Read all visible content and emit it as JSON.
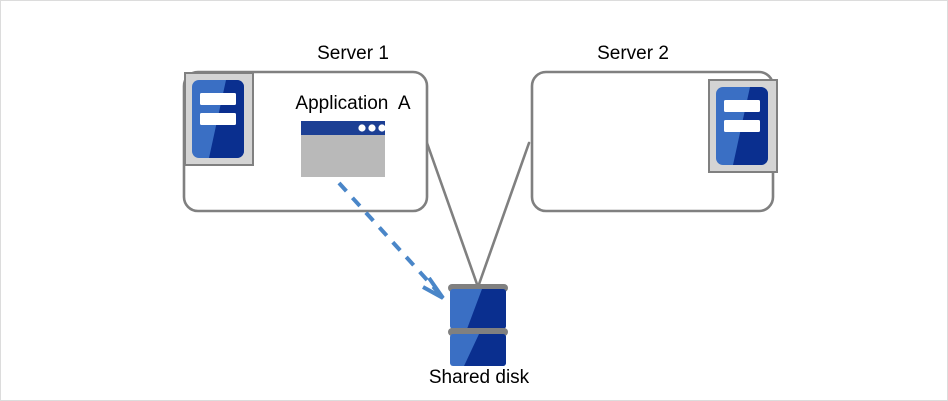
{
  "diagram": {
    "title_text": "",
    "nodes": {
      "server1": {
        "label": "Server 1",
        "icon": "server-icon",
        "icon_position": "left",
        "contains_app": true
      },
      "server2": {
        "label": "Server 2",
        "icon": "server-icon",
        "icon_position": "right",
        "contains_app": false
      },
      "application": {
        "label": "Application  A",
        "icon": "application-window-icon",
        "window_dots": 3
      },
      "shared_disk": {
        "label": "Shared disk",
        "icon": "disk-stack-icon",
        "platters": 2
      }
    },
    "connections": [
      {
        "name": "server1-to-disk",
        "from": "server1",
        "to": "shared_disk",
        "style": "solid",
        "arrow": false,
        "color": "#808080"
      },
      {
        "name": "server2-to-disk",
        "from": "server2",
        "to": "shared_disk",
        "style": "solid",
        "arrow": false,
        "color": "#808080"
      },
      {
        "name": "application-to-disk",
        "from": "application",
        "to": "shared_disk",
        "style": "dashed",
        "arrow": true,
        "color": "#4a86c8"
      }
    ],
    "colors": {
      "box_border": "#808080",
      "box_fill": "#ffffff",
      "icon_frame": "#d4d4d4",
      "icon_frame_border": "#808080",
      "blue_light": "#3a6fc4",
      "blue_dark": "#0a2f8f",
      "titlebar_blue": "#1c3f94",
      "window_body": "#b9b9b9",
      "disk_bar": "#808080",
      "arrow_blue": "#4a86c8",
      "page_border": "#dcdcdc",
      "text": "#000000"
    }
  }
}
